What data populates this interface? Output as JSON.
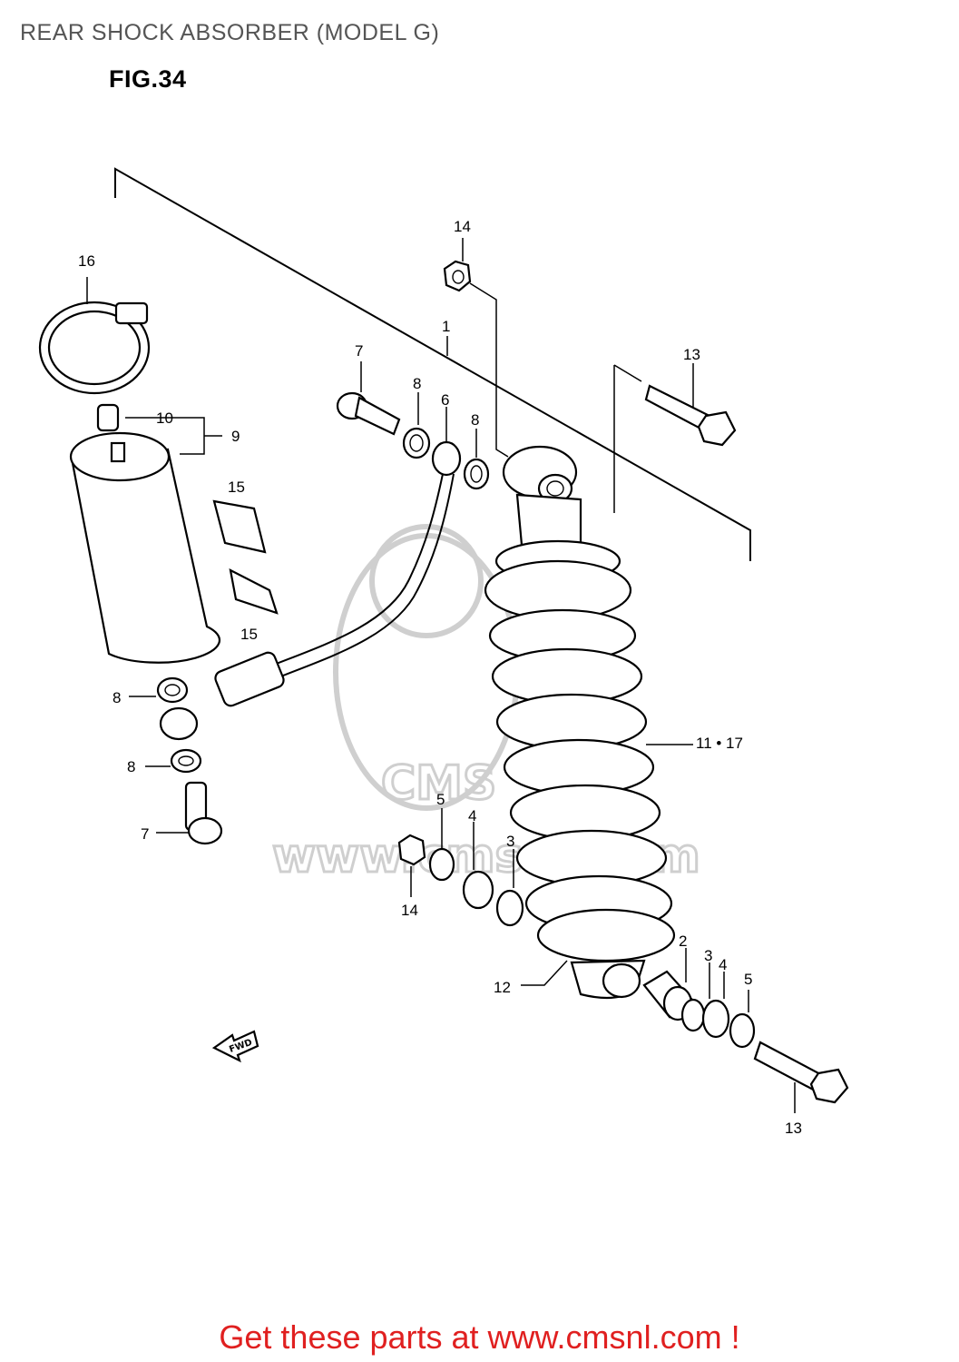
{
  "header": {
    "title": "REAR SHOCK ABSORBER (MODEL G)",
    "figure": "FIG.34"
  },
  "callouts": {
    "c1": "1",
    "c2": "2",
    "c3a": "3",
    "c3b": "3",
    "c4a": "4",
    "c4b": "4",
    "c5a": "5",
    "c5b": "5",
    "c6": "6",
    "c7a": "7",
    "c7b": "7",
    "c8a": "8",
    "c8b": "8",
    "c8c": "8",
    "c8d": "8",
    "c9": "9",
    "c10": "10",
    "c11_17": "11 • 17",
    "c12": "12",
    "c13a": "13",
    "c13b": "13",
    "c14a": "14",
    "c14b": "14",
    "c15a": "15",
    "c15b": "15",
    "c16": "16"
  },
  "fwd_label": "FWD",
  "watermark": {
    "text": "www.cmsnl.com",
    "logo_text": "CMS"
  },
  "footer": {
    "cta": "Get these parts at www.cmsnl.com !"
  },
  "colors": {
    "title": "#555555",
    "cta": "#e02020",
    "watermark": "#cfcfcf"
  }
}
